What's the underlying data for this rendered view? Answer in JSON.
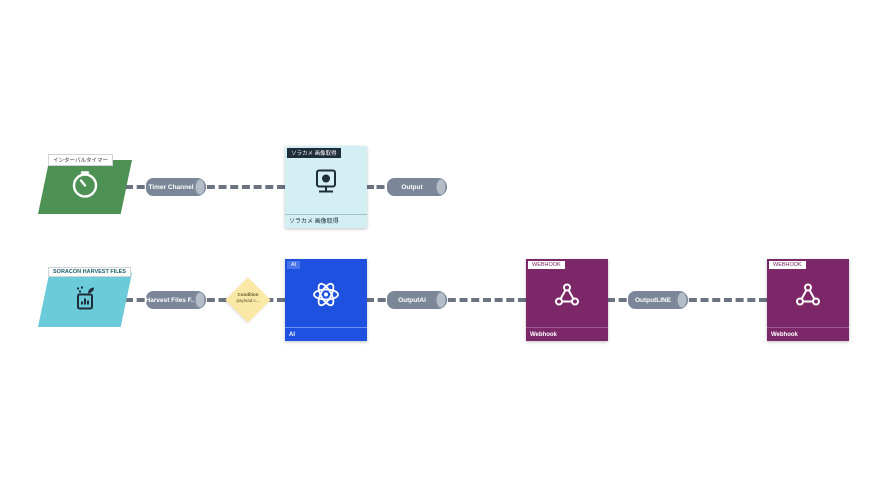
{
  "triggers": [
    {
      "tag": "インターバルタイマー",
      "icon": "timer-icon",
      "color": "#4e9154"
    },
    {
      "tag": "SORACON HARVEST FILES",
      "icon": "harvest-files-icon",
      "color": "#6ccbd8"
    }
  ],
  "pipes": [
    {
      "label": "Timer Channel"
    },
    {
      "label": "Output"
    },
    {
      "label": "Harvest Files F..."
    },
    {
      "label": "OutputAI"
    },
    {
      "label": "OutputLINE"
    }
  ],
  "condition": {
    "title": "Condition",
    "expression": "payload.c..."
  },
  "nodes": [
    {
      "tag": "ソラカメ 画像取得",
      "label": "ソラカメ 画像取得",
      "icon": "camera-icon",
      "color": "#d4eff3"
    },
    {
      "tag": "AI",
      "label": "AI",
      "icon": "atom-icon",
      "color": "#1f51e0"
    },
    {
      "tag": "WEBHOOK",
      "label": "Webhook",
      "icon": "webhook-icon",
      "color": "#7b2768"
    },
    {
      "tag": "WEBHOOK",
      "label": "Webhook",
      "icon": "webhook-icon",
      "color": "#7b2768"
    }
  ]
}
